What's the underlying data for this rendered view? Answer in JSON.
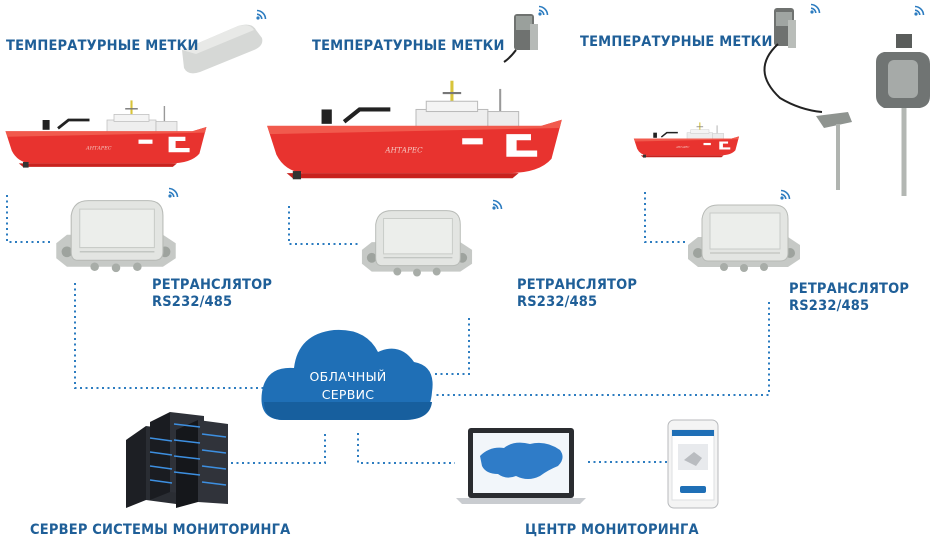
{
  "labels": {
    "temp_tags_1": "ТЕМПЕРАТУРНЫЕ МЕТКИ",
    "temp_tags_2": "ТЕМПЕРАТУРНЫЕ МЕТКИ",
    "temp_tags_3": "ТЕМПЕРАТУРНЫЕ МЕТКИ",
    "relay_1_line1": "РЕТРАНСЛЯТОР",
    "relay_1_line2": "RS232/485",
    "relay_2_line1": "РЕТРАНСЛЯТОР",
    "relay_2_line2": "RS232/485",
    "relay_3_line1": "РЕТРАНСЛЯТОР",
    "relay_3_line2": "RS232/485",
    "cloud_line1": "ОБЛАЧНЫЙ",
    "cloud_line2": "СЕРВИС",
    "server": "СЕРВЕР СИСТЕМЫ МОНИТОРИНГА",
    "center": "ЦЕНТР МОНИТОРИНГА"
  },
  "colors": {
    "label_blue": "#1f5f98",
    "connector_blue": "#2c7cc0",
    "cloud_blue": "#1f6fb6",
    "ship_red": "#e8332f",
    "device_grey": "#d9dcd9"
  },
  "icons": {
    "wifi": "wifi-icon",
    "ship": "ship-icon",
    "relay": "relay-box-icon",
    "cloud": "cloud-icon",
    "server": "server-rack-icon",
    "laptop": "laptop-map-icon",
    "phone": "smartphone-icon",
    "sensor": "temperature-sensor-icon"
  }
}
